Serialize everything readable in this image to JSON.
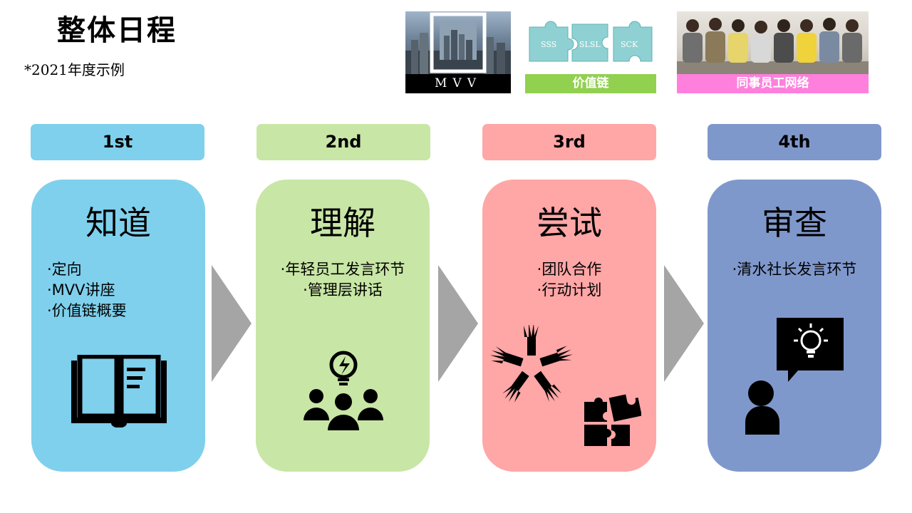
{
  "title": "整体日程",
  "subtitle": "*2021年度示例",
  "thumbnails": [
    {
      "caption": "MVV"
    },
    {
      "caption": "价值链",
      "pieces": [
        "SSS",
        "SLSL",
        "SCK"
      ]
    },
    {
      "caption": "同事员工网络"
    }
  ],
  "steps": [
    {
      "header": "1st",
      "title": "知道",
      "items": [
        "·定向",
        "·MVV讲座",
        "·价值链概要"
      ],
      "color": "#7fd0ec"
    },
    {
      "header": "2nd",
      "title": "理解",
      "items": [
        "·年轻员工发言环节",
        "·管理层讲话"
      ],
      "color": "#c8e6a5"
    },
    {
      "header": "3rd",
      "title": "尝试",
      "items": [
        "·团队合作",
        "·行动计划"
      ],
      "color": "#ffa6a6"
    },
    {
      "header": "4th",
      "title": "审查",
      "items": [
        "·清水社长发言环节"
      ],
      "color": "#7f98cc"
    }
  ],
  "icons": [
    "open-book-icon",
    "team-idea-icon",
    "hands-together-icon",
    "puzzle-icon",
    "speaker-idea-icon"
  ],
  "arrow_color": "#a5a5a5"
}
